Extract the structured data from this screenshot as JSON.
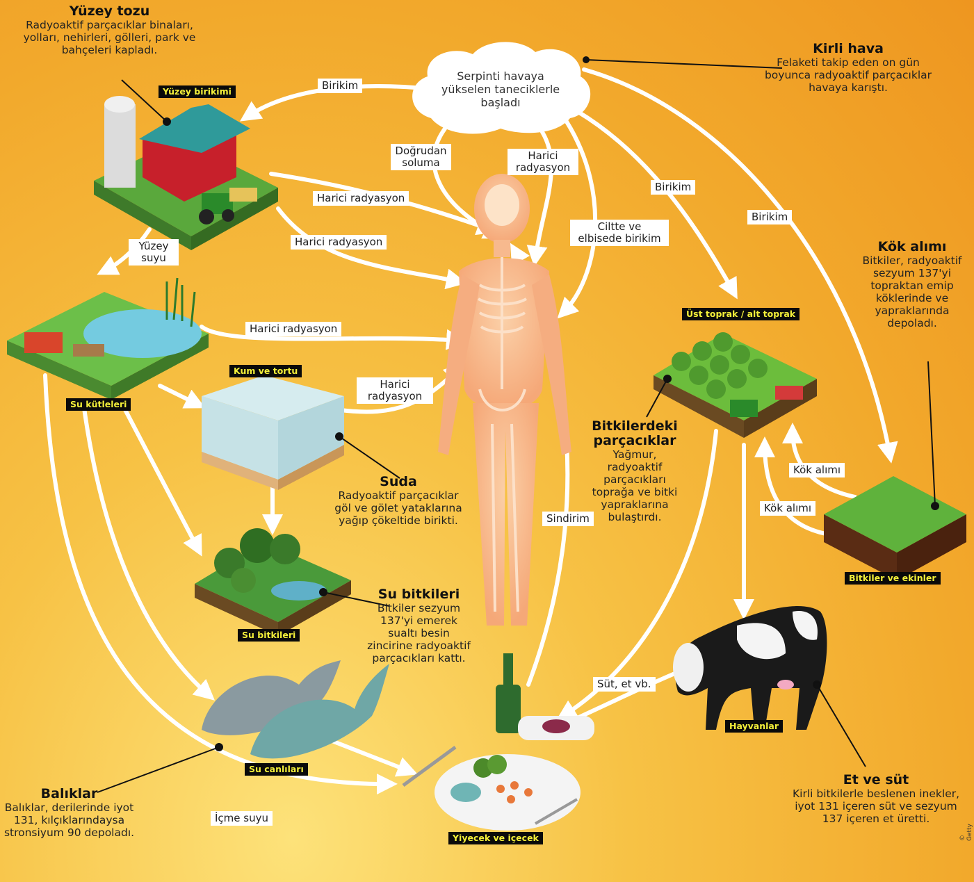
{
  "cloud": "Serpinti havaya yükselen taneciklerle başladı",
  "arrow_labels": {
    "birikim_farm": "Birikim",
    "birikim_soil": "Birikim",
    "birikim_crops": "Birikim",
    "dogrudan_soluma": "Doğrudan soluma",
    "harici_radyasyon_cloud": "Harici radyasyon",
    "harici_radyasyon_1": "Harici radyasyon",
    "harici_radyasyon_2": "Harici radyasyon",
    "harici_radyasyon_3": "Harici radyasyon",
    "harici_radyasyon_4": "Harici radyasyon",
    "ciltte": "Ciltte ve elbisede birikim",
    "yuzey_suyu": "Yüzey suyu",
    "sindirim": "Sindirim",
    "kok_alimi_1": "Kök alımı",
    "kok_alimi_2": "Kök alımı",
    "sut_et": "Süt, et vb.",
    "icme_suyu": "İçme suyu"
  },
  "tags": {
    "yuzey_birikimi": "Yüzey birikimi",
    "su_kutleleri": "Su kütleleri",
    "kum_ve_tortu": "Kum ve tortu",
    "su_bitkileri": "Su bitkileri",
    "su_canlilari": "Su canlıları",
    "yiyecek": "Yiyecek ve içecek",
    "ust_toprak": "Üst toprak / alt toprak",
    "bitkiler_ekinler": "Bitkiler ve ekinler",
    "hayvanlar": "Hayvanlar"
  },
  "captions": {
    "yuzey_tozu": {
      "title": "Yüzey tozu",
      "text": "Radyoaktif parçacıklar binaları, yolları, nehirleri, gölleri, park ve bahçeleri kapladı."
    },
    "kirli_hava": {
      "title": "Kirli hava",
      "text": "Felaketi takip eden on gün boyunca radyoaktif parçacıklar havaya karıştı."
    },
    "kok_alimi": {
      "title": "Kök alımı",
      "text": "Bitkiler, radyoaktif sezyum 137'yi topraktan emip köklerinde ve yapraklarında depoladı."
    },
    "bitkilerdeki": {
      "title": "Bitkilerdeki parçacıklar",
      "text": "Yağmur, radyoaktif parçacıkları toprağa ve bitki yapraklarına bulaştırdı."
    },
    "suda": {
      "title": "Suda",
      "text": "Radyoaktif parçacıklar göl ve gölet yataklarına yağıp çökeltide birikti."
    },
    "su_bitkileri": {
      "title": "Su bitkileri",
      "text": "Bitkiler sezyum 137'yi emerek sualtı besin zincirine radyoaktif parçacıkları kattı."
    },
    "baliklar": {
      "title": "Balıklar",
      "text": "Balıklar, derilerinde iyot 131, kılçıklarındaysa stronsiyum 90 depoladı."
    },
    "et_sut": {
      "title": "Et ve süt",
      "text": "Kirli bitkilerle beslenen inekler, iyot 131 içeren süt ve sezyum 137 içeren et üretti."
    }
  },
  "credit": "© Getty"
}
